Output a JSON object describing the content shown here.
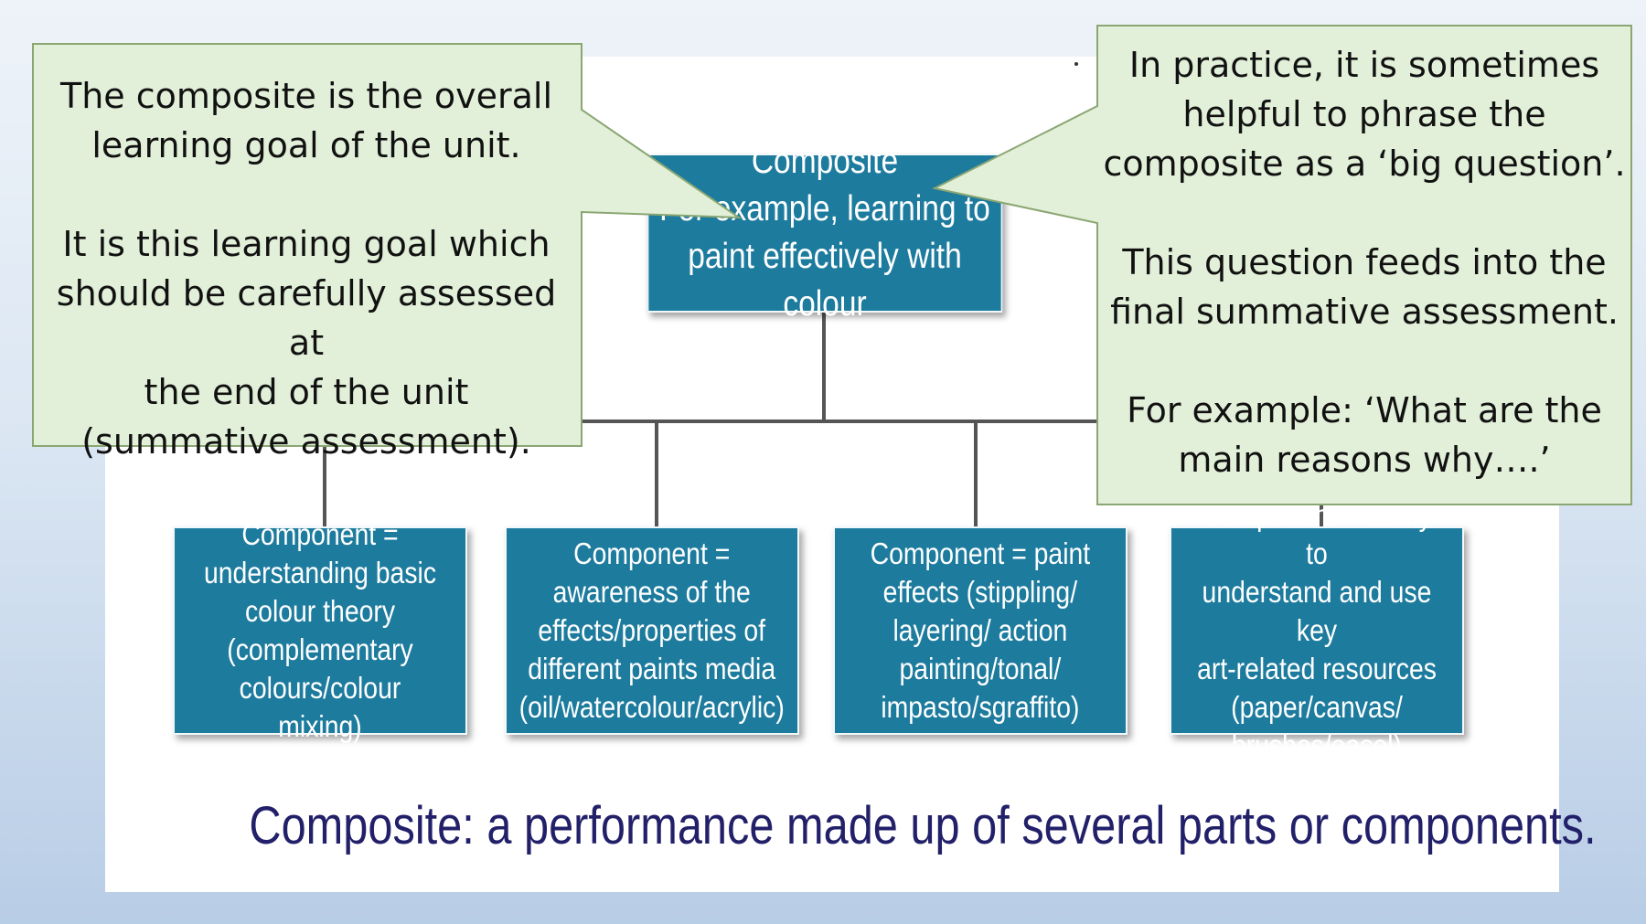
{
  "composite": {
    "line1": "Composite",
    "line2": "For example, learning to",
    "line3": "paint effectively with colour"
  },
  "components": [
    {
      "text": "Component =\nunderstanding basic\ncolour theory\n(complementary\ncolours/colour mixing)"
    },
    {
      "text": "Component =\nawareness of the\neffects/properties of\ndifferent paints media\n(oil/watercolour/acrylic)"
    },
    {
      "text": "Component = paint\neffects (stippling/\nlayering/ action\npainting/tonal/\nimpasto/sgraffito)"
    },
    {
      "text": "Component = ability to\nunderstand and use key\nart-related resources\n(paper/canvas/\nbrushes/easel)"
    }
  ],
  "callouts": {
    "left": "The composite is the overall\nlearning goal of the unit.\n\nIt is this learning goal which\nshould be carefully assessed at\nthe end of the unit\n(summative assessment).",
    "right": "In practice, it is sometimes\nhelpful to phrase the\ncomposite as a ‘big question’.\n\nThis question feeds into the\nfinal summative assessment.\n\nFor example: ‘What are the\nmain reasons why….’"
  },
  "footer": "Composite: a performance made up of several parts or components.",
  "colors": {
    "box_fill": "#1d7b9e",
    "callout_fill": "#e2f0d9",
    "callout_border": "#8aa672",
    "connector": "#555555",
    "footer_text": "#23206a"
  }
}
